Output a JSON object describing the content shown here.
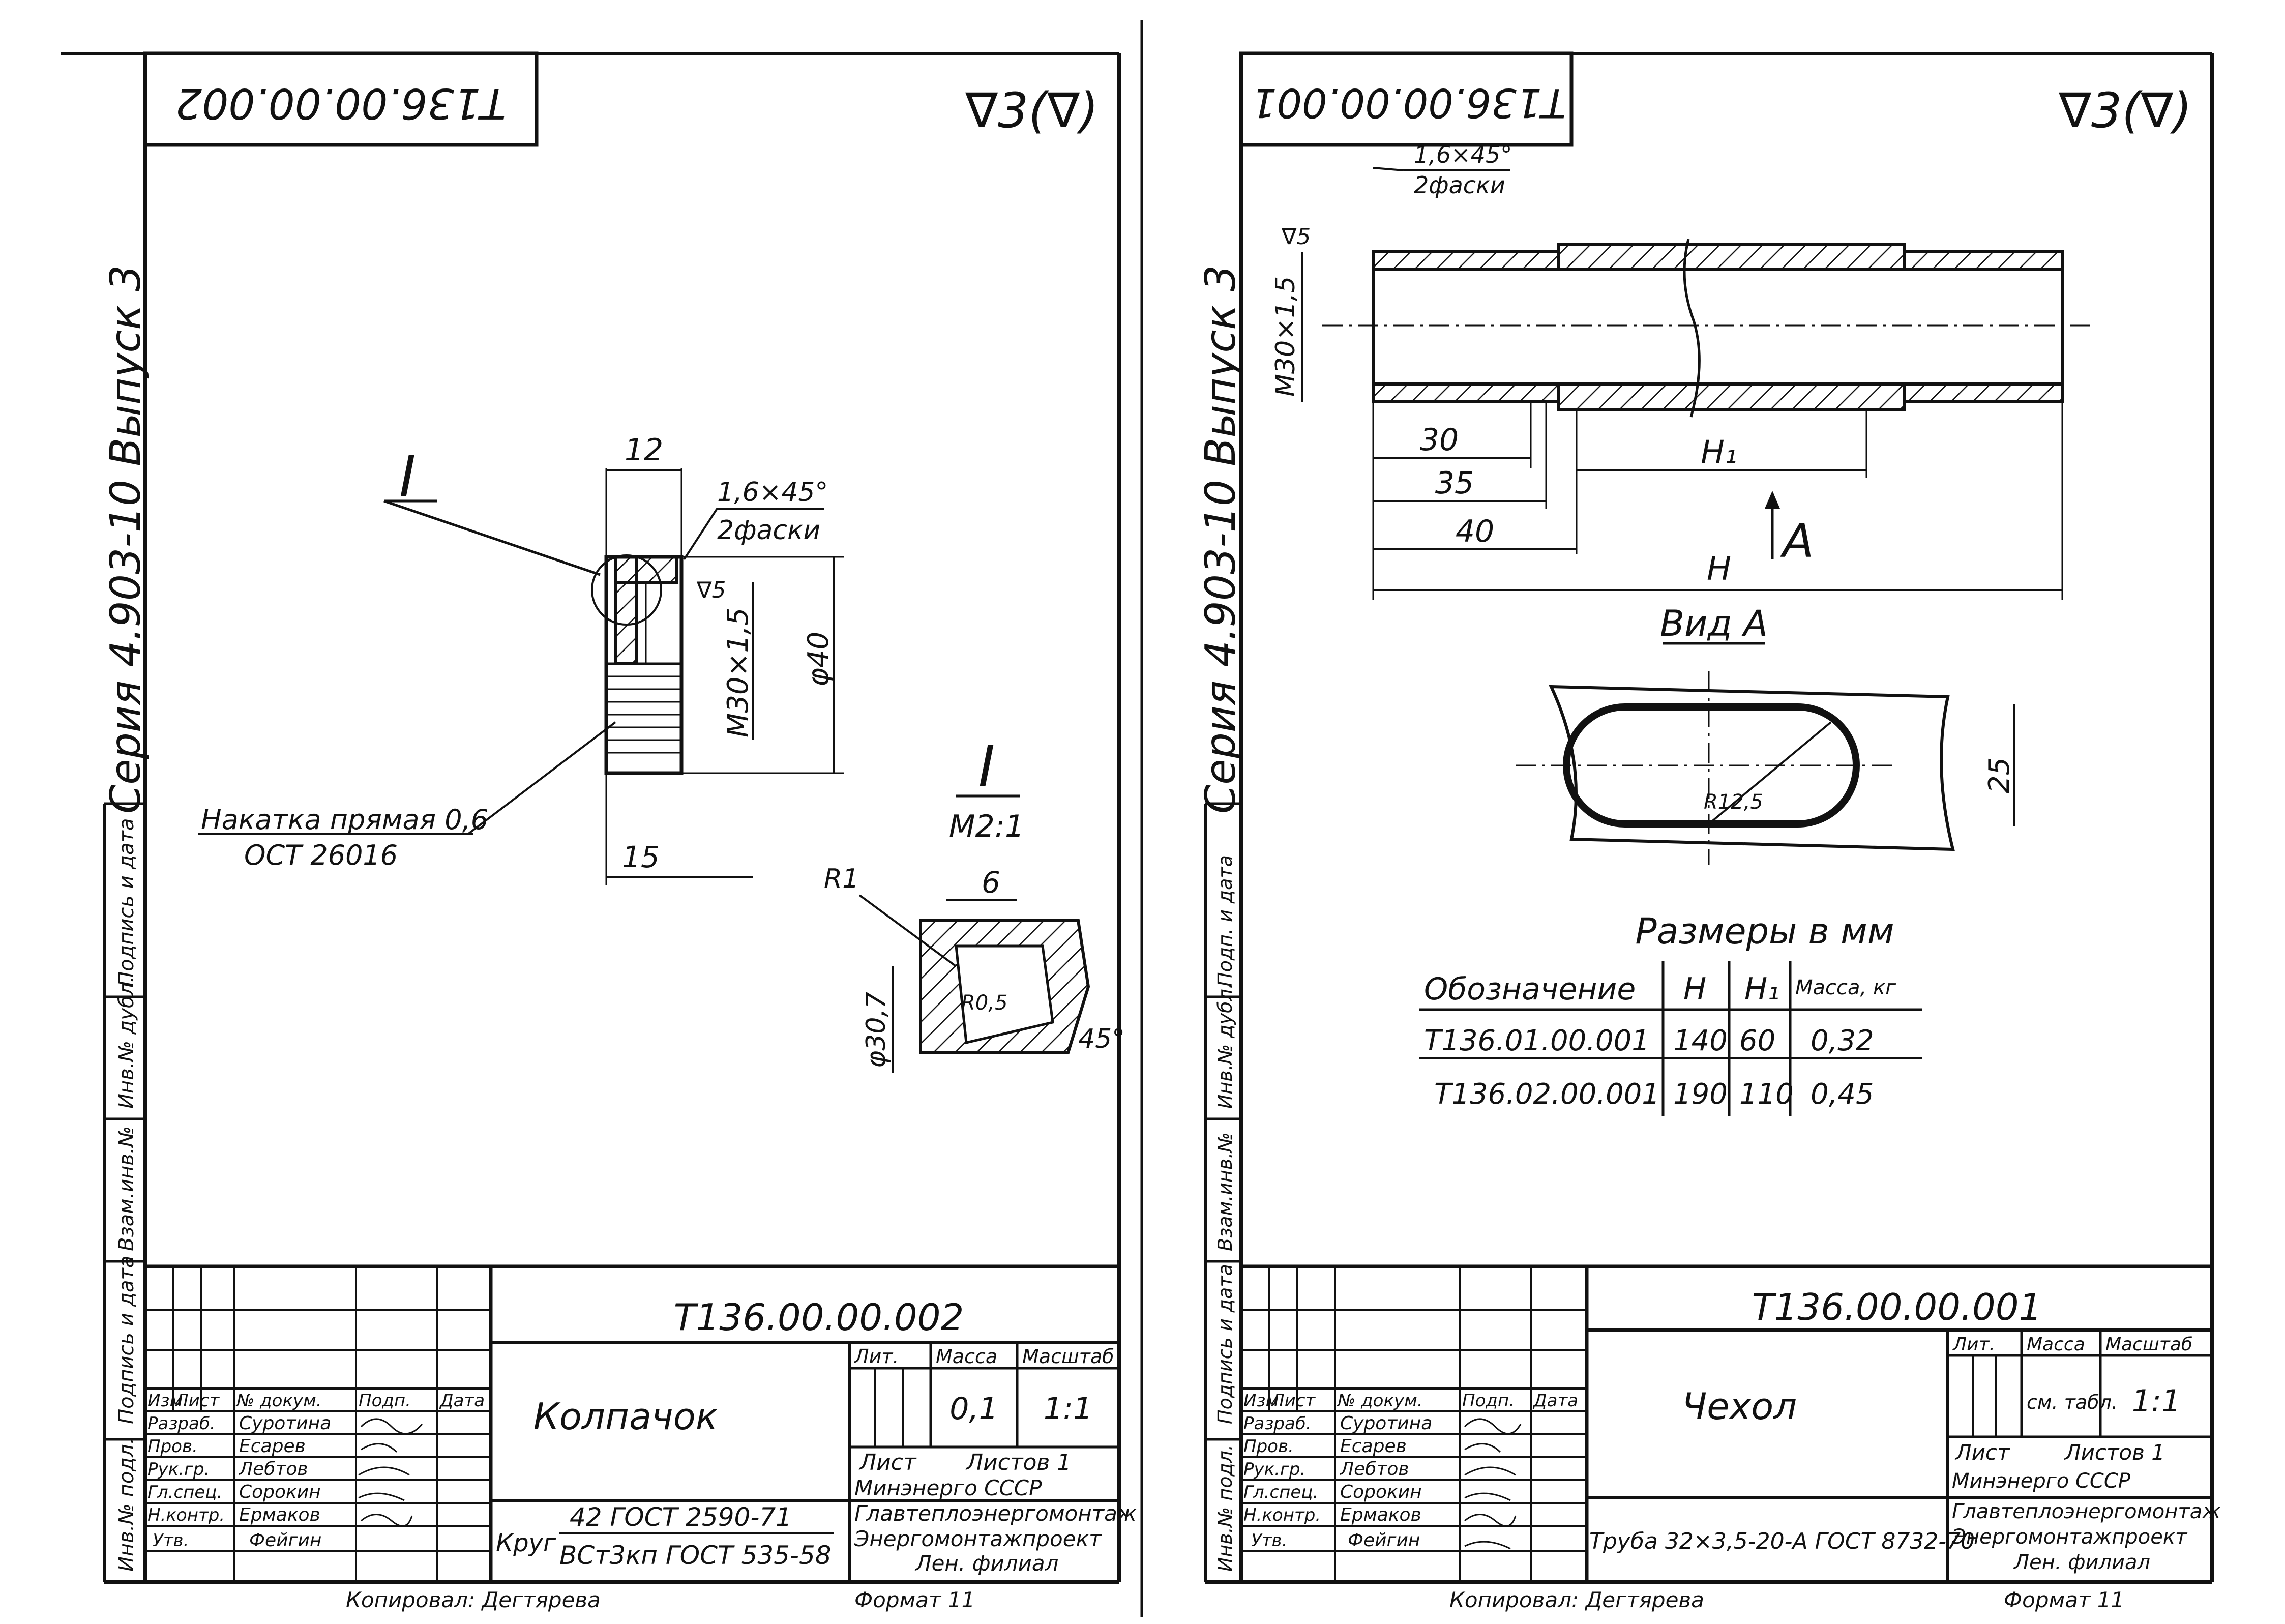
{
  "left_sheet": {
    "doc_number_top": "Т136.00.00.002",
    "roughness": "∇3(∇)",
    "series": "Серия 4.903-10 Выпуск 3",
    "section_mark": "I",
    "dim_12": "12",
    "chamfer": "1,6×45°",
    "chamfer_count": "2фаски",
    "roughness_5": "∇5",
    "thread": "М30×1,5",
    "dia_40": "φ40",
    "knurl_1": "Накатка прямая 0,6",
    "knurl_2": "ОСТ 26016",
    "dim_15": "15",
    "detail_mark": "I",
    "detail_scale": "М2:1",
    "r1": "R1",
    "dim_6": "6",
    "r05": "R0,5",
    "dia_307": "φ30,7",
    "angle_45": "45°",
    "title_block": {
      "doc_number": "Т136.00.00.002",
      "name": "Колпачок",
      "lit_header": "Лит.",
      "mass_header": "Масса",
      "scale_header": "Масштаб",
      "mass": "0,1",
      "scale": "1:1",
      "sheet": "Лист",
      "sheets": "Листов 1",
      "material_prefix": "Круг",
      "material_1": "42 ГОСТ 2590-71",
      "material_2": "ВСт3кп ГОСТ 535-58",
      "org_1": "Минэнерго СССР",
      "org_2": "Главтеплоэнергомонтаж",
      "org_3": "Энергомонтажпроект",
      "org_4": "Лен. филиал",
      "cols": [
        "Изм.",
        "Лист",
        "№ докум.",
        "Подп.",
        "Дата"
      ],
      "roles": [
        "Разраб.",
        "Пров.",
        "Рук.гр.",
        "Гл.спец.",
        "Н.контр.",
        "Утв."
      ],
      "names": [
        "Суротина",
        "Есарев",
        "Лебтов",
        "Сорокин",
        "Ермаков",
        "Фейгин"
      ]
    },
    "side_labels": [
      "Инв.№ подл.",
      "Подпись и дата",
      "Взам.инв.№",
      "Инв.№ дубл.",
      "Подпись и дата"
    ],
    "copied": "Копировал: Дегтярева",
    "format": "Формат 11"
  },
  "right_sheet": {
    "doc_number_top": "Т136.00.00.001",
    "roughness": "∇3(∇)",
    "series": "Серия 4.903-10 Выпуск 3",
    "chamfer": "1,6×45°",
    "chamfer_count": "2фаски",
    "roughness_5": "∇5",
    "thread": "М30×1,5",
    "dim_30": "30",
    "dim_35": "35",
    "dim_40": "40",
    "dim_h1": "Н₁",
    "dim_h": "Н",
    "view_arrow": "А",
    "view_label": "Вид А",
    "radius": "R12,5",
    "dim_25": "25",
    "table_title": "Размеры в мм",
    "table": {
      "headers": [
        "Обозначение",
        "Н",
        "Н₁",
        "Масса, кг"
      ],
      "rows": [
        [
          "Т136.01.00.001",
          "140",
          "60",
          "0,32"
        ],
        [
          "Т136.02.00.001",
          "190",
          "110",
          "0,45"
        ]
      ]
    },
    "title_block": {
      "doc_number": "Т136.00.00.001",
      "name": "Чехол",
      "lit_header": "Лит.",
      "mass_header": "Масса",
      "scale_header": "Масштаб",
      "mass": "см. табл.",
      "scale": "1:1",
      "sheet": "Лист",
      "sheets": "Листов 1",
      "material": "Труба 32×3,5-20-А ГОСТ 8732-70",
      "org_1": "Минэнерго СССР",
      "org_2": "Главтеплоэнергомонтаж",
      "org_3": "Энергомонтажпроект",
      "org_4": "Лен. филиал",
      "cols": [
        "Изм.",
        "Лист",
        "№ докум.",
        "Подп.",
        "Дата"
      ],
      "roles": [
        "Разраб.",
        "Пров.",
        "Рук.гр.",
        "Гл.спец.",
        "Н.контр.",
        "Утв."
      ],
      "names": [
        "Суротина",
        "Есарев",
        "Лебтов",
        "Сорокин",
        "Ермаков",
        "Фейгин"
      ]
    },
    "side_labels": [
      "Инв.№ подл.",
      "Подпись и дата",
      "Взам.инв.№",
      "Инв.№ дубл.",
      "Подп. и дата"
    ],
    "copied": "Копировал: Дегтярева",
    "format": "Формат 11"
  }
}
